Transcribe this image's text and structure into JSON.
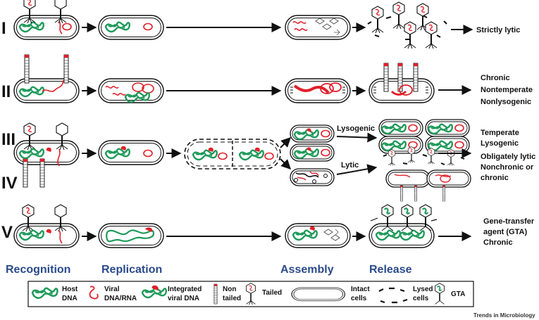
{
  "rows": [
    {
      "numeral": "I",
      "outcome": [
        "Strictly lytic"
      ]
    },
    {
      "numeral": "II",
      "outcome": [
        "Chronic",
        "Nontemperate",
        "Nonlysogenic"
      ]
    },
    {
      "numeral": "III",
      "outcome": [
        "Temperate",
        "Lysogenic"
      ]
    },
    {
      "numeral": "IV",
      "outcome": [
        "Obligately lytic",
        "Nonchronic or",
        "chronic"
      ]
    },
    {
      "numeral": "V",
      "outcome": [
        "Gene-transfer",
        "agent (GTA)",
        "Chronic"
      ]
    }
  ],
  "branch_labels": {
    "lysogenic": "Lysogenic",
    "lytic": "Lytic"
  },
  "stages": [
    "Recognition",
    "Replication",
    "Assembly",
    "Release"
  ],
  "legend": [
    {
      "key": "host",
      "lines": [
        "Host",
        "DNA"
      ]
    },
    {
      "key": "viral",
      "lines": [
        "Viral",
        "DNA/RNA"
      ]
    },
    {
      "key": "integrated",
      "lines": [
        "Integrated",
        "viral DNA"
      ]
    },
    {
      "key": "nontailed",
      "lines": [
        "Non",
        "tailed"
      ]
    },
    {
      "key": "tailed",
      "lines": [
        "Tailed"
      ]
    },
    {
      "key": "intact",
      "lines": [
        "Intact",
        "cells"
      ]
    },
    {
      "key": "lysed",
      "lines": [
        "Lysed",
        "cells"
      ]
    },
    {
      "key": "gta",
      "lines": [
        "GTA"
      ]
    }
  ],
  "credit": "Trends in Microbiology",
  "colors": {
    "host": "#1f9a5a",
    "viral": "#e0202a",
    "stage_label": "#2a4a8c",
    "ink": "#111111"
  }
}
